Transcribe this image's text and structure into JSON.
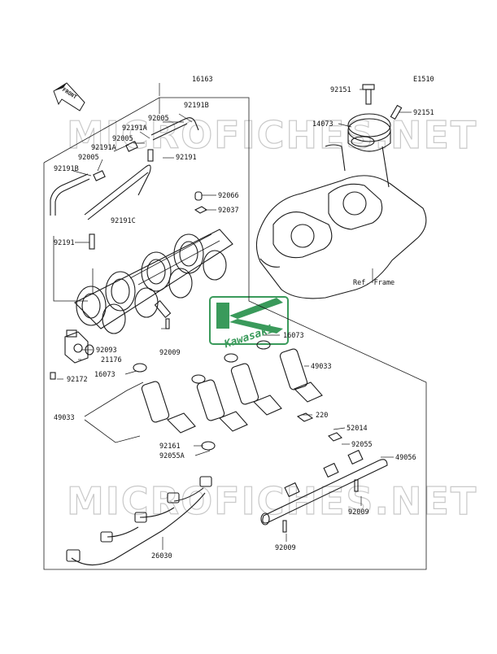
{
  "diagram_code": "E1510",
  "front_label": "FRONT",
  "watermark": "MICROFICHES.NET",
  "logo_text": "Kawasaki",
  "colors": {
    "ink": "#1b1b1b",
    "watermark": "#c9c9c9",
    "logo_green": "#3a9a5b"
  },
  "ref_label": "Ref. Frame",
  "part_labels": {
    "p16163": "16163",
    "p92191B_top": "92191B",
    "p92005_top": "92005",
    "p92191A_1": "92191A",
    "p92005_mid": "92005",
    "p92191A_2": "92191A",
    "p92005_left": "92005",
    "p92191_mid": "92191",
    "p92191B_left": "92191B",
    "p92066": "92066",
    "p92037": "92037",
    "p92191C": "92191C",
    "p92191_left": "92191",
    "p92151_a": "92151",
    "p92151_b": "92151",
    "p14073": "14073",
    "p16073_r": "16073",
    "p92093": "92093",
    "p21176": "21176",
    "p92009_a": "92009",
    "p16073_l": "16073",
    "p92172": "92172",
    "p49033_r": "49033",
    "p49033_l": "49033",
    "p220": "220",
    "p52014": "52014",
    "p92161": "92161",
    "p92055A": "92055A",
    "p92055": "92055",
    "p49056": "49056",
    "p92009_b": "92009",
    "p26030": "26030",
    "p92009_c": "92009"
  }
}
